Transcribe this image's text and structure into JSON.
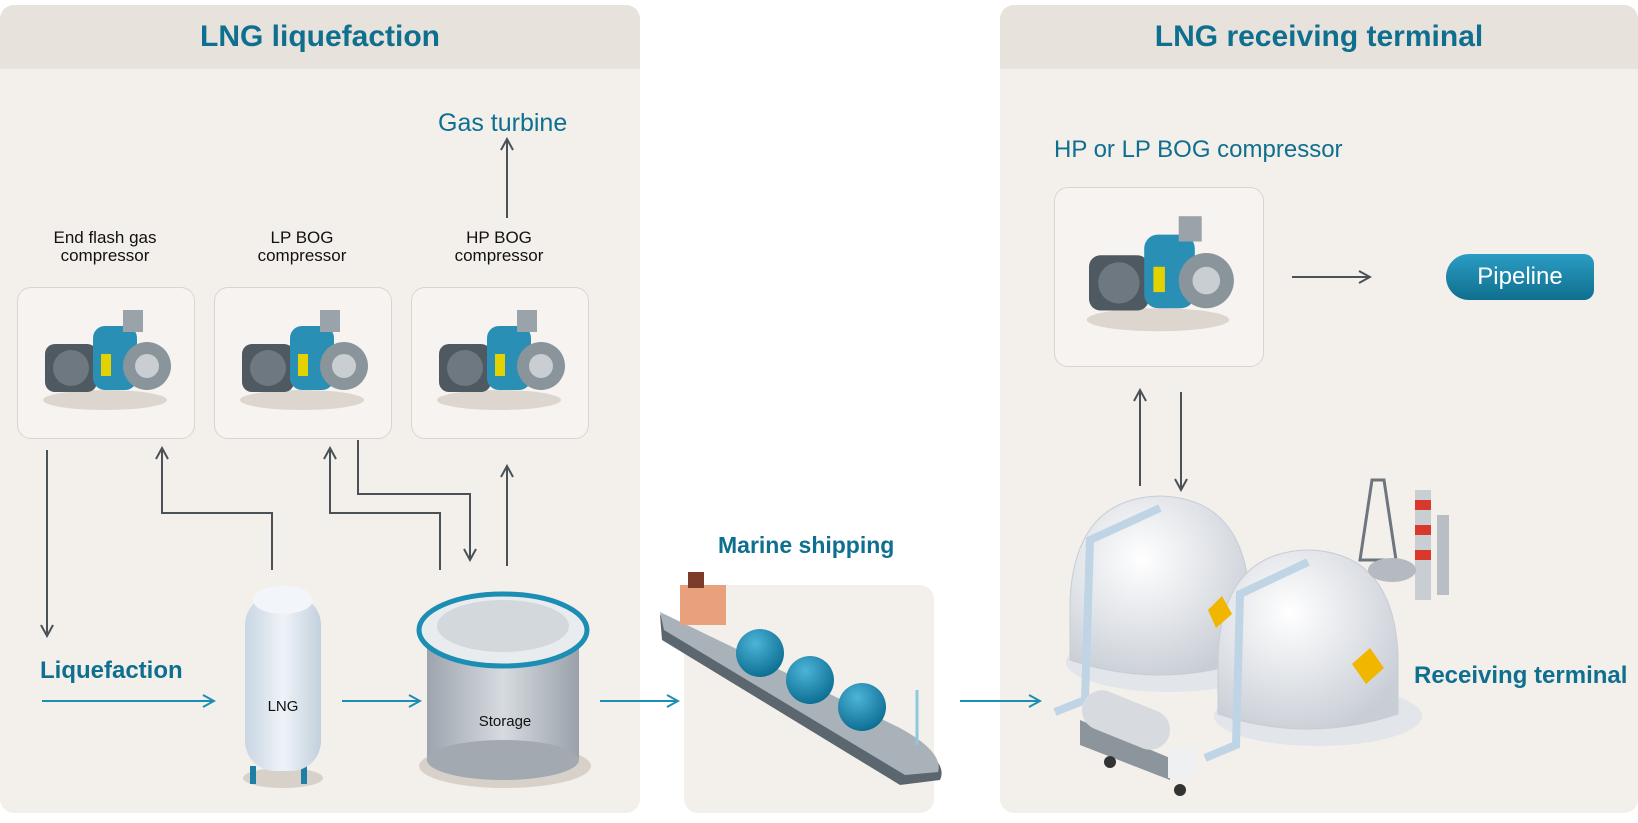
{
  "liquefaction_panel": {
    "title": "LNG liquefaction"
  },
  "terminal_panel": {
    "title": "LNG receiving terminal"
  },
  "labels": {
    "gas_turbine": "Gas turbine",
    "end_flash": "End flash gas\ncompressor",
    "lp_bog": "LP BOG\ncompressor",
    "hp_bog": "HP BOG\ncompressor",
    "liquefaction": "Liquefaction",
    "lng_tank": "LNG",
    "storage": "Storage",
    "marine_shipping": "Marine shipping",
    "hp_lp_bog": "HP or LP BOG compressor",
    "pipeline": "Pipeline",
    "receiving_terminal": "Receiving terminal"
  },
  "colors": {
    "accent": "#0f6f8e",
    "arrow_dark": "#4a5258",
    "arrow_blue": "#1c8db3",
    "panel_bg": "#f3f0ec",
    "header_bg": "#e8e2dc"
  }
}
